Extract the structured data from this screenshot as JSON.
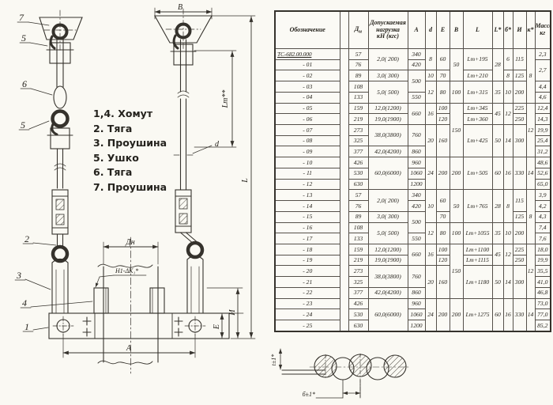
{
  "legend": {
    "items": [
      "1,4. Хомут",
      "2. Тяга",
      "3. Проушина",
      "5. Ушко",
      "6. Тяга",
      "7. Проушина"
    ]
  },
  "diagram": {
    "parts": {
      "p7": "7",
      "p5a": "5",
      "p6": "6",
      "p5b": "5",
      "p2": "2",
      "p3": "3",
      "p4": "4",
      "p1": "1"
    },
    "dims": {
      "B": "В",
      "Dn": "Дн",
      "A": "А",
      "E": "Е",
      "I": "И",
      "L": "L",
      "Lt": "Lт**",
      "d": "d",
      "H1": "Н1-ΔК₁*",
      "t": "t±1*",
      "b": "б±1*"
    }
  },
  "table": {
    "headers": [
      {
        "c": "des",
        "t": "Обозначение"
      },
      {
        "c": "qty",
        "t": ""
      },
      {
        "c": "dn",
        "t": "Д",
        "sub": "н"
      },
      {
        "c": "load",
        "t": "Допускаемая\nнагрузка\nкН (кгс)"
      },
      {
        "c": "A",
        "t": "А"
      },
      {
        "c": "d",
        "t": "d"
      },
      {
        "c": "E",
        "t": "Е"
      },
      {
        "c": "B",
        "t": "В"
      },
      {
        "c": "L",
        "t": "L"
      },
      {
        "c": "Ls",
        "t": "L*"
      },
      {
        "c": "bs",
        "t": "б*"
      },
      {
        "c": "I",
        "t": "И"
      },
      {
        "c": "k",
        "t": "к*"
      },
      {
        "c": "mass",
        "t": "Масса\nкг"
      }
    ],
    "rows": [
      [
        {
          "c": "des",
          "t": "ТС-682.00.000",
          "u": true
        },
        {
          "c": "qty",
          "t": "",
          "rs": 26
        },
        {
          "c": "dn",
          "t": "57"
        },
        {
          "c": "load",
          "t": "2,0( 200)",
          "rs": 2
        },
        {
          "c": "A",
          "t": "340"
        },
        {
          "c": "d",
          "t": "8",
          "rs": 2
        },
        {
          "c": "E",
          "t": "60",
          "rs": 2
        },
        {
          "c": "B",
          "t": "50",
          "rs": 3
        },
        {
          "c": "L",
          "t": "Lт+195",
          "rs": 2
        },
        {
          "c": "Ls",
          "t": "28",
          "rs": 3
        },
        {
          "c": "bs",
          "t": "6",
          "rs": 2
        },
        {
          "c": "I",
          "t": "115",
          "rs": 2
        },
        {
          "c": "k",
          "t": "8",
          "rs": 5
        },
        {
          "c": "mass",
          "t": "2,3"
        }
      ],
      [
        {
          "c": "des",
          "t": "- 01"
        },
        {
          "c": "dn",
          "t": "76"
        },
        {
          "c": "A",
          "t": "420"
        },
        {
          "c": "mass",
          "t": "2,7",
          "rs": 2
        }
      ],
      [
        {
          "c": "des",
          "t": "- 02"
        },
        {
          "c": "dn",
          "t": "89"
        },
        {
          "c": "load",
          "t": "3,0( 300)"
        },
        {
          "c": "A",
          "t": "500",
          "rs": 2
        },
        {
          "c": "d",
          "t": "10"
        },
        {
          "c": "E",
          "t": "70"
        },
        {
          "c": "L",
          "t": "Lт+210"
        },
        {
          "c": "bs",
          "t": "8"
        },
        {
          "c": "I",
          "t": "125"
        }
      ],
      [
        {
          "c": "des",
          "t": "- 03"
        },
        {
          "c": "dn",
          "t": "108"
        },
        {
          "c": "load",
          "t": "5,0( 500)",
          "rs": 2
        },
        {
          "c": "d",
          "t": "12",
          "rs": 2
        },
        {
          "c": "E",
          "t": "80",
          "rs": 2
        },
        {
          "c": "B",
          "t": "100",
          "rs": 2
        },
        {
          "c": "L",
          "t": "Lт+315",
          "rs": 2
        },
        {
          "c": "Ls",
          "t": "35",
          "rs": 2
        },
        {
          "c": "bs",
          "t": "10",
          "rs": 2
        },
        {
          "c": "I",
          "t": "200",
          "rs": 2
        },
        {
          "c": "mass",
          "t": "4,4"
        }
      ],
      [
        {
          "c": "des",
          "t": "- 04"
        },
        {
          "c": "dn",
          "t": "133"
        },
        {
          "c": "A",
          "t": "550"
        },
        {
          "c": "mass",
          "t": "4,6"
        }
      ],
      [
        {
          "c": "des",
          "t": "- 05"
        },
        {
          "c": "dn",
          "t": "159"
        },
        {
          "c": "load",
          "t": "12,0(1200)"
        },
        {
          "c": "A",
          "t": "660",
          "rs": 2
        },
        {
          "c": "d",
          "t": "16",
          "rs": 2
        },
        {
          "c": "E",
          "t": "100"
        },
        {
          "c": "B",
          "t": "150",
          "rs": 5
        },
        {
          "c": "L",
          "t": "Lт+345"
        },
        {
          "c": "Ls",
          "t": "45",
          "rs": 2
        },
        {
          "c": "bs",
          "t": "12",
          "rs": 2
        },
        {
          "c": "I",
          "t": "225"
        },
        {
          "c": "k",
          "t": "12",
          "rs": 5
        },
        {
          "c": "mass",
          "t": "12,4"
        }
      ],
      [
        {
          "c": "des",
          "t": "- 06"
        },
        {
          "c": "dn",
          "t": "219"
        },
        {
          "c": "load",
          "t": "19,0(1900)"
        },
        {
          "c": "E",
          "t": "120"
        },
        {
          "c": "L",
          "t": "Lт+360"
        },
        {
          "c": "I",
          "t": "250"
        },
        {
          "c": "mass",
          "t": "14,3"
        }
      ],
      [
        {
          "c": "des",
          "t": "- 07"
        },
        {
          "c": "dn",
          "t": "273"
        },
        {
          "c": "load",
          "t": "38,0(3800)",
          "rs": 2
        },
        {
          "c": "A",
          "t": "760",
          "rs": 2
        },
        {
          "c": "d",
          "t": "20",
          "rs": 3
        },
        {
          "c": "E",
          "t": "160",
          "rs": 3
        },
        {
          "c": "L",
          "t": "Lт+425",
          "rs": 3
        },
        {
          "c": "Ls",
          "t": "50",
          "rs": 3
        },
        {
          "c": "bs",
          "t": "14",
          "rs": 3
        },
        {
          "c": "I",
          "t": "300",
          "rs": 3
        },
        {
          "c": "mass",
          "t": "19,9"
        }
      ],
      [
        {
          "c": "des",
          "t": "- 08"
        },
        {
          "c": "dn",
          "t": "325"
        },
        {
          "c": "mass",
          "t": "25,4"
        }
      ],
      [
        {
          "c": "des",
          "t": "- 09"
        },
        {
          "c": "dn",
          "t": "377"
        },
        {
          "c": "load",
          "t": "42,0(4200)"
        },
        {
          "c": "A",
          "t": "860"
        },
        {
          "c": "mass",
          "t": "31,2"
        }
      ],
      [
        {
          "c": "des",
          "t": "- 10"
        },
        {
          "c": "dn",
          "t": "426"
        },
        {
          "c": "load",
          "t": "60,0(6000)",
          "rs": 3
        },
        {
          "c": "A",
          "t": "960"
        },
        {
          "c": "d",
          "t": "24",
          "rs": 3
        },
        {
          "c": "E",
          "t": "200",
          "rs": 3
        },
        {
          "c": "B",
          "t": "200",
          "rs": 3
        },
        {
          "c": "L",
          "t": "Lт+505",
          "rs": 3
        },
        {
          "c": "Ls",
          "t": "60",
          "rs": 3
        },
        {
          "c": "bs",
          "t": "16",
          "rs": 3
        },
        {
          "c": "I",
          "t": "330",
          "rs": 3
        },
        {
          "c": "k",
          "t": "14",
          "rs": 3
        },
        {
          "c": "mass",
          "t": "48,6"
        }
      ],
      [
        {
          "c": "des",
          "t": "- 11"
        },
        {
          "c": "dn",
          "t": "530"
        },
        {
          "c": "A",
          "t": "1060"
        },
        {
          "c": "mass",
          "t": "52,6"
        }
      ],
      [
        {
          "c": "des",
          "t": "- 12"
        },
        {
          "c": "dn",
          "t": "630"
        },
        {
          "c": "A",
          "t": "1200"
        },
        {
          "c": "mass",
          "t": "65,0"
        }
      ],
      [
        {
          "c": "des",
          "t": "- 13"
        },
        {
          "c": "dn",
          "t": "57"
        },
        {
          "c": "load",
          "t": "2,0( 200)",
          "rs": 2
        },
        {
          "c": "A",
          "t": "340"
        },
        {
          "c": "d",
          "t": "10",
          "rs": 3
        },
        {
          "c": "E",
          "t": "60",
          "rs": 2
        },
        {
          "c": "B",
          "t": "50",
          "rs": 3
        },
        {
          "c": "L",
          "t": "Lт+765",
          "rs": 3
        },
        {
          "c": "Ls",
          "t": "28",
          "rs": 3
        },
        {
          "c": "bs",
          "t": "8",
          "rs": 3
        },
        {
          "c": "I",
          "t": "115",
          "rs": 2
        },
        {
          "c": "k",
          "t": "8",
          "rs": 5
        },
        {
          "c": "mass",
          "t": "3,9"
        }
      ],
      [
        {
          "c": "des",
          "t": "- 14"
        },
        {
          "c": "dn",
          "t": "76"
        },
        {
          "c": "A",
          "t": "420"
        },
        {
          "c": "mass",
          "t": "4,2"
        }
      ],
      [
        {
          "c": "des",
          "t": "- 15"
        },
        {
          "c": "dn",
          "t": "89"
        },
        {
          "c": "load",
          "t": "3,0( 300)"
        },
        {
          "c": "A",
          "t": "500",
          "rs": 2
        },
        {
          "c": "E",
          "t": "70"
        },
        {
          "c": "I",
          "t": "125"
        },
        {
          "c": "mass",
          "t": "4,3"
        }
      ],
      [
        {
          "c": "des",
          "t": "- 16"
        },
        {
          "c": "dn",
          "t": "108"
        },
        {
          "c": "load",
          "t": "5,0( 500)",
          "rs": 2
        },
        {
          "c": "d",
          "t": "12",
          "rs": 2
        },
        {
          "c": "E",
          "t": "80",
          "rs": 2
        },
        {
          "c": "B",
          "t": "100",
          "rs": 2
        },
        {
          "c": "L",
          "t": "Lт+1055",
          "rs": 2
        },
        {
          "c": "Ls",
          "t": "35",
          "rs": 2
        },
        {
          "c": "bs",
          "t": "10",
          "rs": 2
        },
        {
          "c": "I",
          "t": "200",
          "rs": 2
        },
        {
          "c": "mass",
          "t": "7,4"
        }
      ],
      [
        {
          "c": "des",
          "t": "- 17"
        },
        {
          "c": "dn",
          "t": "133"
        },
        {
          "c": "A",
          "t": "550"
        },
        {
          "c": "mass",
          "t": "7,6"
        }
      ],
      [
        {
          "c": "des",
          "t": "- 18"
        },
        {
          "c": "dn",
          "t": "159"
        },
        {
          "c": "load",
          "t": "12,0(1200)"
        },
        {
          "c": "A",
          "t": "660",
          "rs": 2
        },
        {
          "c": "d",
          "t": "16",
          "rs": 2
        },
        {
          "c": "E",
          "t": "100"
        },
        {
          "c": "B",
          "t": "150",
          "rs": 5
        },
        {
          "c": "L",
          "t": "Lт+1100"
        },
        {
          "c": "Ls",
          "t": "45",
          "rs": 2
        },
        {
          "c": "bs",
          "t": "12",
          "rs": 2
        },
        {
          "c": "I",
          "t": "225"
        },
        {
          "c": "k",
          "t": "12",
          "rs": 5
        },
        {
          "c": "mass",
          "t": "18,0"
        }
      ],
      [
        {
          "c": "des",
          "t": "- 19"
        },
        {
          "c": "dn",
          "t": "219"
        },
        {
          "c": "load",
          "t": "19,0(1900)"
        },
        {
          "c": "E",
          "t": "120"
        },
        {
          "c": "L",
          "t": "Lт+1115"
        },
        {
          "c": "I",
          "t": "250"
        },
        {
          "c": "mass",
          "t": "19,9"
        }
      ],
      [
        {
          "c": "des",
          "t": "- 20"
        },
        {
          "c": "dn",
          "t": "273"
        },
        {
          "c": "load",
          "t": "38,0(3800)",
          "rs": 2
        },
        {
          "c": "A",
          "t": "760",
          "rs": 2
        },
        {
          "c": "d",
          "t": "20",
          "rs": 3
        },
        {
          "c": "E",
          "t": "160",
          "rs": 3
        },
        {
          "c": "L",
          "t": "Lт+1180",
          "rs": 3
        },
        {
          "c": "Ls",
          "t": "50",
          "rs": 3
        },
        {
          "c": "bs",
          "t": "14",
          "rs": 3
        },
        {
          "c": "I",
          "t": "300",
          "rs": 3
        },
        {
          "c": "mass",
          "t": "35,5"
        }
      ],
      [
        {
          "c": "des",
          "t": "- 21"
        },
        {
          "c": "dn",
          "t": "325"
        },
        {
          "c": "mass",
          "t": "41,0"
        }
      ],
      [
        {
          "c": "des",
          "t": "- 22"
        },
        {
          "c": "dn",
          "t": "377"
        },
        {
          "c": "load",
          "t": "42,0(4200)"
        },
        {
          "c": "A",
          "t": "860"
        },
        {
          "c": "mass",
          "t": "46,8"
        }
      ],
      [
        {
          "c": "des",
          "t": "- 23"
        },
        {
          "c": "dn",
          "t": "426"
        },
        {
          "c": "load",
          "t": "60,0(6000)",
          "rs": 3
        },
        {
          "c": "A",
          "t": "960"
        },
        {
          "c": "d",
          "t": "24",
          "rs": 3
        },
        {
          "c": "E",
          "t": "200",
          "rs": 3
        },
        {
          "c": "B",
          "t": "200",
          "rs": 3
        },
        {
          "c": "L",
          "t": "Lт+1275",
          "rs": 3
        },
        {
          "c": "Ls",
          "t": "60",
          "rs": 3
        },
        {
          "c": "bs",
          "t": "16",
          "rs": 3
        },
        {
          "c": "I",
          "t": "330",
          "rs": 3
        },
        {
          "c": "k",
          "t": "14",
          "rs": 3
        },
        {
          "c": "mass",
          "t": "73,0"
        }
      ],
      [
        {
          "c": "des",
          "t": "- 24"
        },
        {
          "c": "dn",
          "t": "530"
        },
        {
          "c": "A",
          "t": "1060"
        },
        {
          "c": "mass",
          "t": "77,0"
        }
      ],
      [
        {
          "c": "des",
          "t": "- 25"
        },
        {
          "c": "dn",
          "t": "630"
        },
        {
          "c": "A",
          "t": "1200"
        },
        {
          "c": "mass",
          "t": "85,2"
        }
      ]
    ]
  }
}
